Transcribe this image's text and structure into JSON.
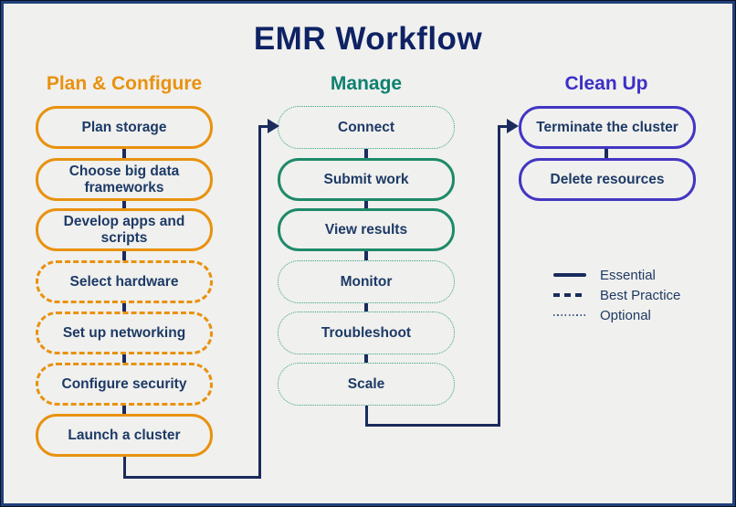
{
  "title": "EMR Workflow",
  "colors": {
    "navy_line": "#1a2b5c",
    "title_text": "#0e2264",
    "node_text": "#1d3a66",
    "background": "#f0f0ee",
    "frame_border": "#20407a"
  },
  "columns": [
    {
      "header": "Plan & Configure",
      "header_color": "#e8920f",
      "border_color": "#e8920f",
      "dotted_color": "#e8920f",
      "boxes": [
        {
          "label": "Plan storage",
          "style": "solid"
        },
        {
          "label": "Choose big data frameworks",
          "style": "solid"
        },
        {
          "label": "Develop apps and scripts",
          "style": "solid"
        },
        {
          "label": "Select hardware",
          "style": "dashed"
        },
        {
          "label": "Set up networking",
          "style": "dashed"
        },
        {
          "label": "Configure security",
          "style": "dashed"
        },
        {
          "label": "Launch a cluster",
          "style": "solid"
        }
      ]
    },
    {
      "header": "Manage",
      "header_color": "#0e8170",
      "border_color": "#1e8a69",
      "dotted_color": "#3aa184",
      "boxes": [
        {
          "label": "Connect",
          "style": "dotted"
        },
        {
          "label": "Submit work",
          "style": "solid"
        },
        {
          "label": "View results",
          "style": "solid"
        },
        {
          "label": "Monitor",
          "style": "dotted"
        },
        {
          "label": "Troubleshoot",
          "style": "dotted"
        },
        {
          "label": "Scale",
          "style": "dotted"
        }
      ]
    },
    {
      "header": "Clean Up",
      "header_color": "#3c2fc7",
      "border_color": "#4336c2",
      "dotted_color": "#4336c2",
      "boxes": [
        {
          "label": "Terminate the cluster",
          "style": "solid"
        },
        {
          "label": "Delete resources",
          "style": "solid"
        }
      ]
    }
  ],
  "legend": {
    "items": [
      {
        "label": "Essential",
        "style": "solid"
      },
      {
        "label": "Best Practice",
        "style": "dashed"
      },
      {
        "label": "Optional",
        "style": "dotted"
      }
    ]
  }
}
